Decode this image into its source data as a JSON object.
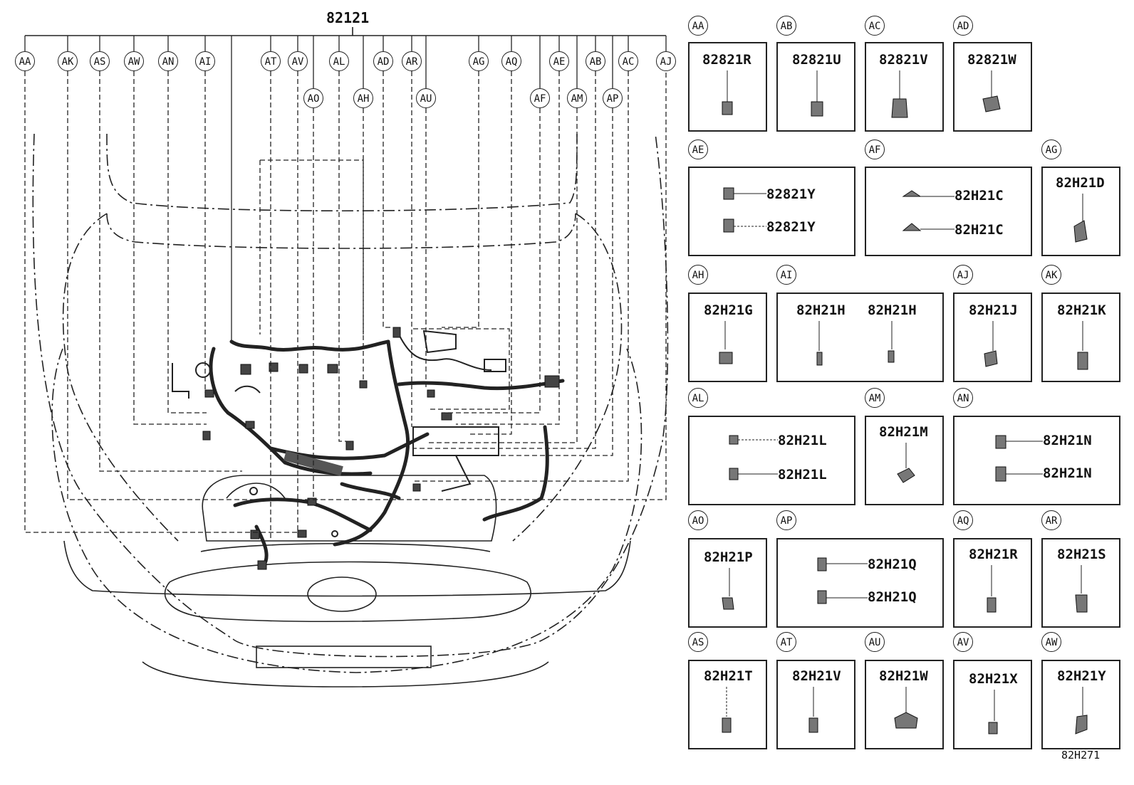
{
  "main_part_number": "82121",
  "drawing_id": "82H271",
  "callouts_row1": [
    "AA",
    "AK",
    "AS",
    "AW",
    "AN",
    "AI",
    "AT",
    "AV",
    "AL",
    "AD",
    "AR",
    "AG",
    "AQ",
    "AE",
    "AB",
    "AC",
    "AJ"
  ],
  "callouts_row2": [
    "AO",
    "AH",
    "AU",
    "AF",
    "AM",
    "AP"
  ],
  "panels": [
    {
      "code": "AA",
      "parts": [
        "82821R"
      ]
    },
    {
      "code": "AB",
      "parts": [
        "82821U"
      ]
    },
    {
      "code": "AC",
      "parts": [
        "82821V"
      ]
    },
    {
      "code": "AD",
      "parts": [
        "82821W"
      ]
    },
    {
      "code": "AE",
      "parts": [
        "82821Y",
        "82821Y"
      ]
    },
    {
      "code": "AF",
      "parts": [
        "82H21C",
        "82H21C"
      ]
    },
    {
      "code": "AG",
      "parts": [
        "82H21D"
      ]
    },
    {
      "code": "AH",
      "parts": [
        "82H21G"
      ]
    },
    {
      "code": "AI",
      "parts": [
        "82H21H",
        "82H21H"
      ]
    },
    {
      "code": "AJ",
      "parts": [
        "82H21J"
      ]
    },
    {
      "code": "AK",
      "parts": [
        "82H21K"
      ]
    },
    {
      "code": "AL",
      "parts": [
        "82H21L",
        "82H21L"
      ]
    },
    {
      "code": "AM",
      "parts": [
        "82H21M"
      ]
    },
    {
      "code": "AN",
      "parts": [
        "82H21N",
        "82H21N"
      ]
    },
    {
      "code": "AO",
      "parts": [
        "82H21P"
      ]
    },
    {
      "code": "AP",
      "parts": [
        "82H21Q",
        "82H21Q"
      ]
    },
    {
      "code": "AQ",
      "parts": [
        "82H21R"
      ]
    },
    {
      "code": "AR",
      "parts": [
        "82H21S"
      ]
    },
    {
      "code": "AS",
      "parts": [
        "82H21T"
      ]
    },
    {
      "code": "AT",
      "parts": [
        "82H21V"
      ]
    },
    {
      "code": "AU",
      "parts": [
        "82H21W"
      ]
    },
    {
      "code": "AV",
      "parts": [
        "82H21X"
      ]
    },
    {
      "code": "AW",
      "parts": [
        "82H21Y"
      ]
    }
  ]
}
